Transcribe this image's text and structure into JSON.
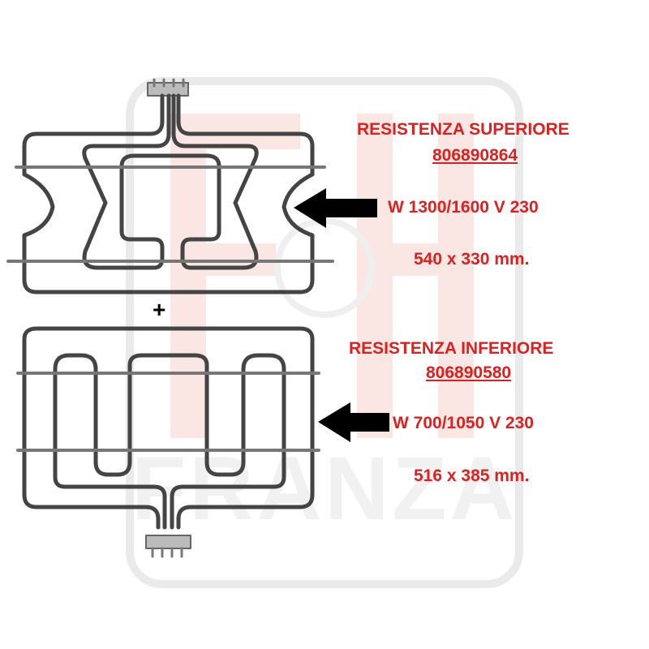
{
  "watermark": {
    "brand": "FRANZA",
    "color": "#f2c9c0"
  },
  "upper": {
    "title": "RESISTENZA SUPERIORE",
    "code": "806890864",
    "power": "W 1300/1600 V 230",
    "size": "540 x 330 mm."
  },
  "lower": {
    "title": "RESISTENZA INFERIORE",
    "code": "806890580",
    "power": "W 700/1050 V 230",
    "size": "516 x 385 mm."
  },
  "plus": "+",
  "colors": {
    "text": "#e0201e",
    "arrow": "#000000",
    "element": "#555555"
  }
}
